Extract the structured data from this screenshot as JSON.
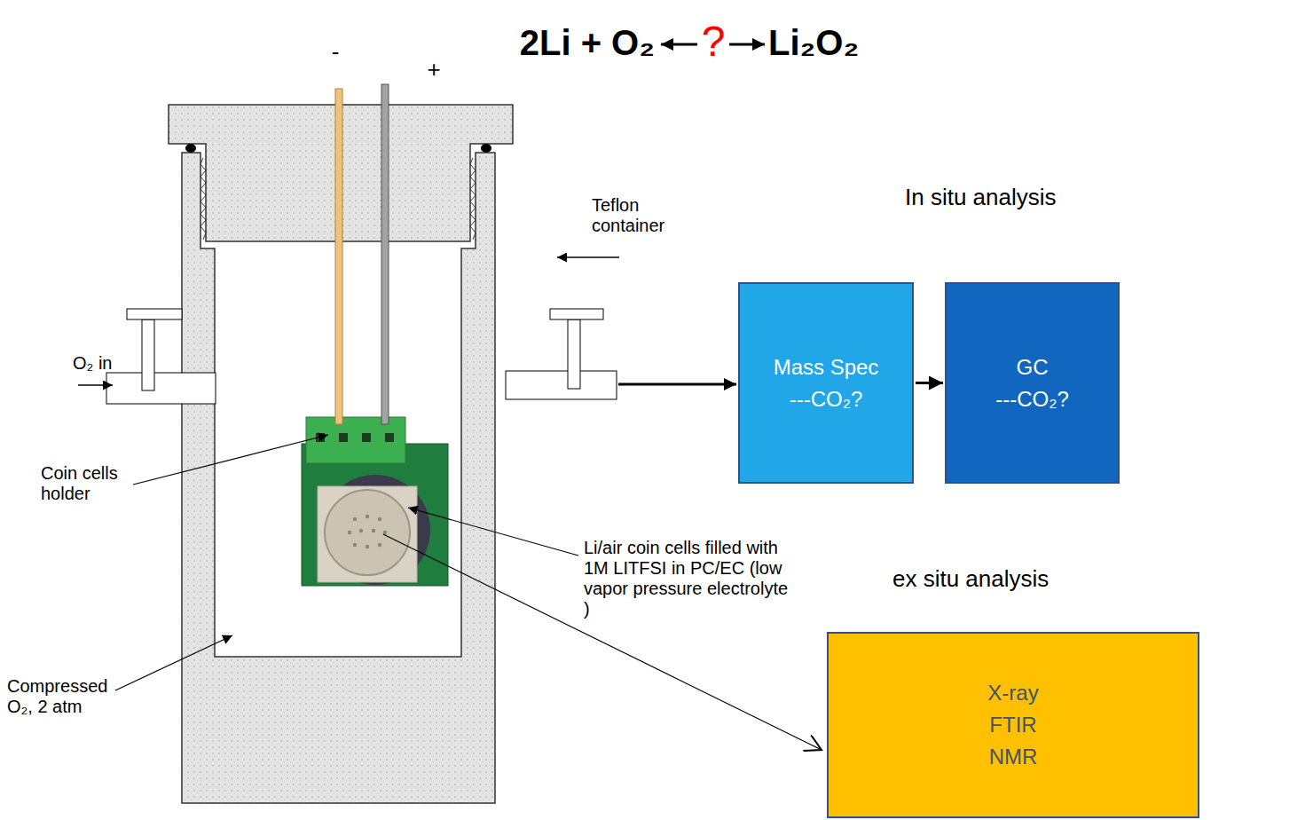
{
  "diagram": {
    "title": "2Li + O₂",
    "nodes": [
      {
        "text": [
          "Mass Spec",
          "---CO₂?"
        ]
      },
      {
        "text": [
          "GC",
          "---CO₂?"
        ]
      },
      {
        "text": [
          "X-ray",
          "FTIR",
          "NMR"
        ]
      }
    ],
    "edges": [
      {
        "from": 0,
        "to": 1,
        "arrow": "to"
      }
    ],
    "labels": [
      "-",
      "+",
      "Teflon container",
      "O₂ in",
      "Coin cells holder",
      "Li/air coin cells filled with 1M LITFSI in PC/EC (low vapor pressure electrolyte )",
      "Compressed O₂, 2 atm",
      "In situ analysis",
      "ex situ analysis",
      "?",
      "Li₂O₂"
    ]
  }
}
